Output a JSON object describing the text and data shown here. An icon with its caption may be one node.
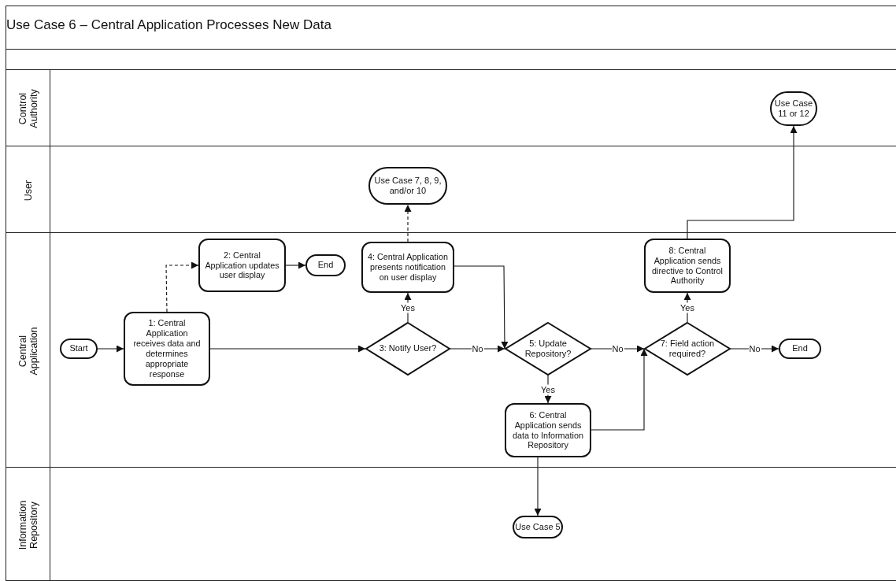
{
  "diagram": {
    "title": "Use Case 6 – Central Application Processes New Data",
    "nodes": [
      {
        "text": [
          "Control Authority"
        ]
      },
      {
        "text": [
          "User"
        ]
      },
      {
        "text": [
          "Central Application"
        ]
      },
      {
        "text": [
          "Information Repository"
        ]
      },
      {
        "text": [
          "Use Case 11 or 12"
        ],
        "in": 0
      },
      {
        "text": [
          "Use Case 7, 8, 9, and/or 10"
        ],
        "in": 1
      },
      {
        "text": [
          "Start"
        ],
        "in": 2
      },
      {
        "text": [
          "1: Central Application receives data and determines appropriate response"
        ],
        "in": 2
      },
      {
        "text": [
          "2: Central Application updates user display"
        ],
        "in": 2
      },
      {
        "text": [
          "End"
        ],
        "in": 2
      },
      {
        "text": [
          "4: Central Application presents notification on user display"
        ],
        "in": 2
      },
      {
        "text": [
          "3: Notify User?"
        ],
        "in": 2
      },
      {
        "text": [
          "5: Update Repository?"
        ],
        "in": 2
      },
      {
        "text": [
          "6: Central Application sends data to Information Repository"
        ],
        "in": 2
      },
      {
        "text": [
          "7: Field action required?"
        ],
        "in": 2
      },
      {
        "text": [
          "8: Central Application sends directive to Control Authority"
        ],
        "in": 2
      },
      {
        "text": [
          "End"
        ],
        "in": 2
      },
      {
        "text": [
          "Use Case 5"
        ],
        "in": 3
      }
    ],
    "edges": [
      {
        "from": 6,
        "to": 7,
        "arrow": "to"
      },
      {
        "from": 7,
        "to": 8,
        "arrow": "to",
        "style": "dashed"
      },
      {
        "from": 8,
        "to": 9,
        "arrow": "to"
      },
      {
        "from": 7,
        "to": 11,
        "arrow": "to"
      },
      {
        "from": 11,
        "to": 10,
        "arrow": "to",
        "label": "Yes"
      },
      {
        "from": 10,
        "to": 5,
        "arrow": "to",
        "style": "dashed"
      },
      {
        "from": 11,
        "to": 12,
        "arrow": "to",
        "label": "No"
      },
      {
        "from": 10,
        "to": 12,
        "arrow": "to"
      },
      {
        "from": 12,
        "to": 14,
        "arrow": "to",
        "label": "No"
      },
      {
        "from": 12,
        "to": 13,
        "arrow": "to",
        "label": "Yes"
      },
      {
        "from": 13,
        "to": 14,
        "arrow": "to"
      },
      {
        "from": 14,
        "to": 15,
        "arrow": "to",
        "label": "Yes"
      },
      {
        "from": 14,
        "to": 16,
        "arrow": "to",
        "label": "No"
      },
      {
        "from": 15,
        "to": 4,
        "arrow": "to"
      },
      {
        "from": 13,
        "to": 17,
        "arrow": "to"
      }
    ]
  }
}
